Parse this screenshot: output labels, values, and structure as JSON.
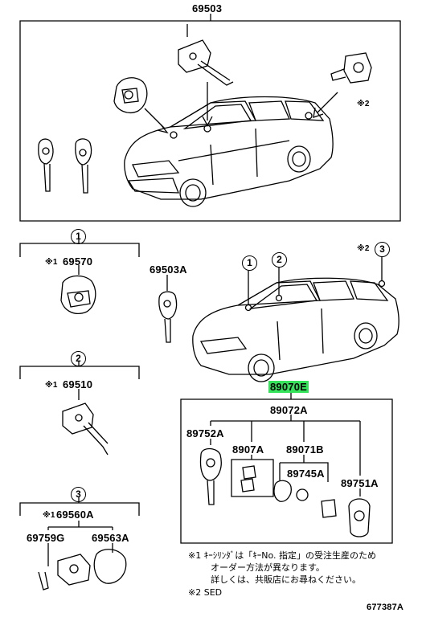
{
  "top_panel": {
    "part": "69503"
  },
  "callouts": {
    "c1": "1",
    "c2": "2",
    "c3": "3",
    "car_c2": "2",
    "car_c3": "3",
    "car_c3_mark": "※2",
    "top_mark": "※2"
  },
  "group1": {
    "mark": "※1",
    "part": "69570"
  },
  "group2": {
    "mark": "※1",
    "part": "69510"
  },
  "group3": {
    "mark": "※1",
    "part": "69560A",
    "sub_left": "69759G",
    "sub_right": "69563A"
  },
  "key_part": "69503A",
  "kit": {
    "highlight": "89070E",
    "main": "89072A",
    "items": {
      "p1": "89752A",
      "p2": "8907A",
      "p3": "89071B",
      "p4": "89745A",
      "p5": "89751A"
    }
  },
  "notes": {
    "line1_mark": "※1",
    "line1": "ｷｰｼﾘﾝﾀﾞは「ｷｰNo. 指定」の受注生産のため",
    "line2": "オーダー方法が異なります。",
    "line3": "詳しくは、共販店にお尋ねください。",
    "line4": "※2 SED"
  },
  "diagram_id": "677387A"
}
